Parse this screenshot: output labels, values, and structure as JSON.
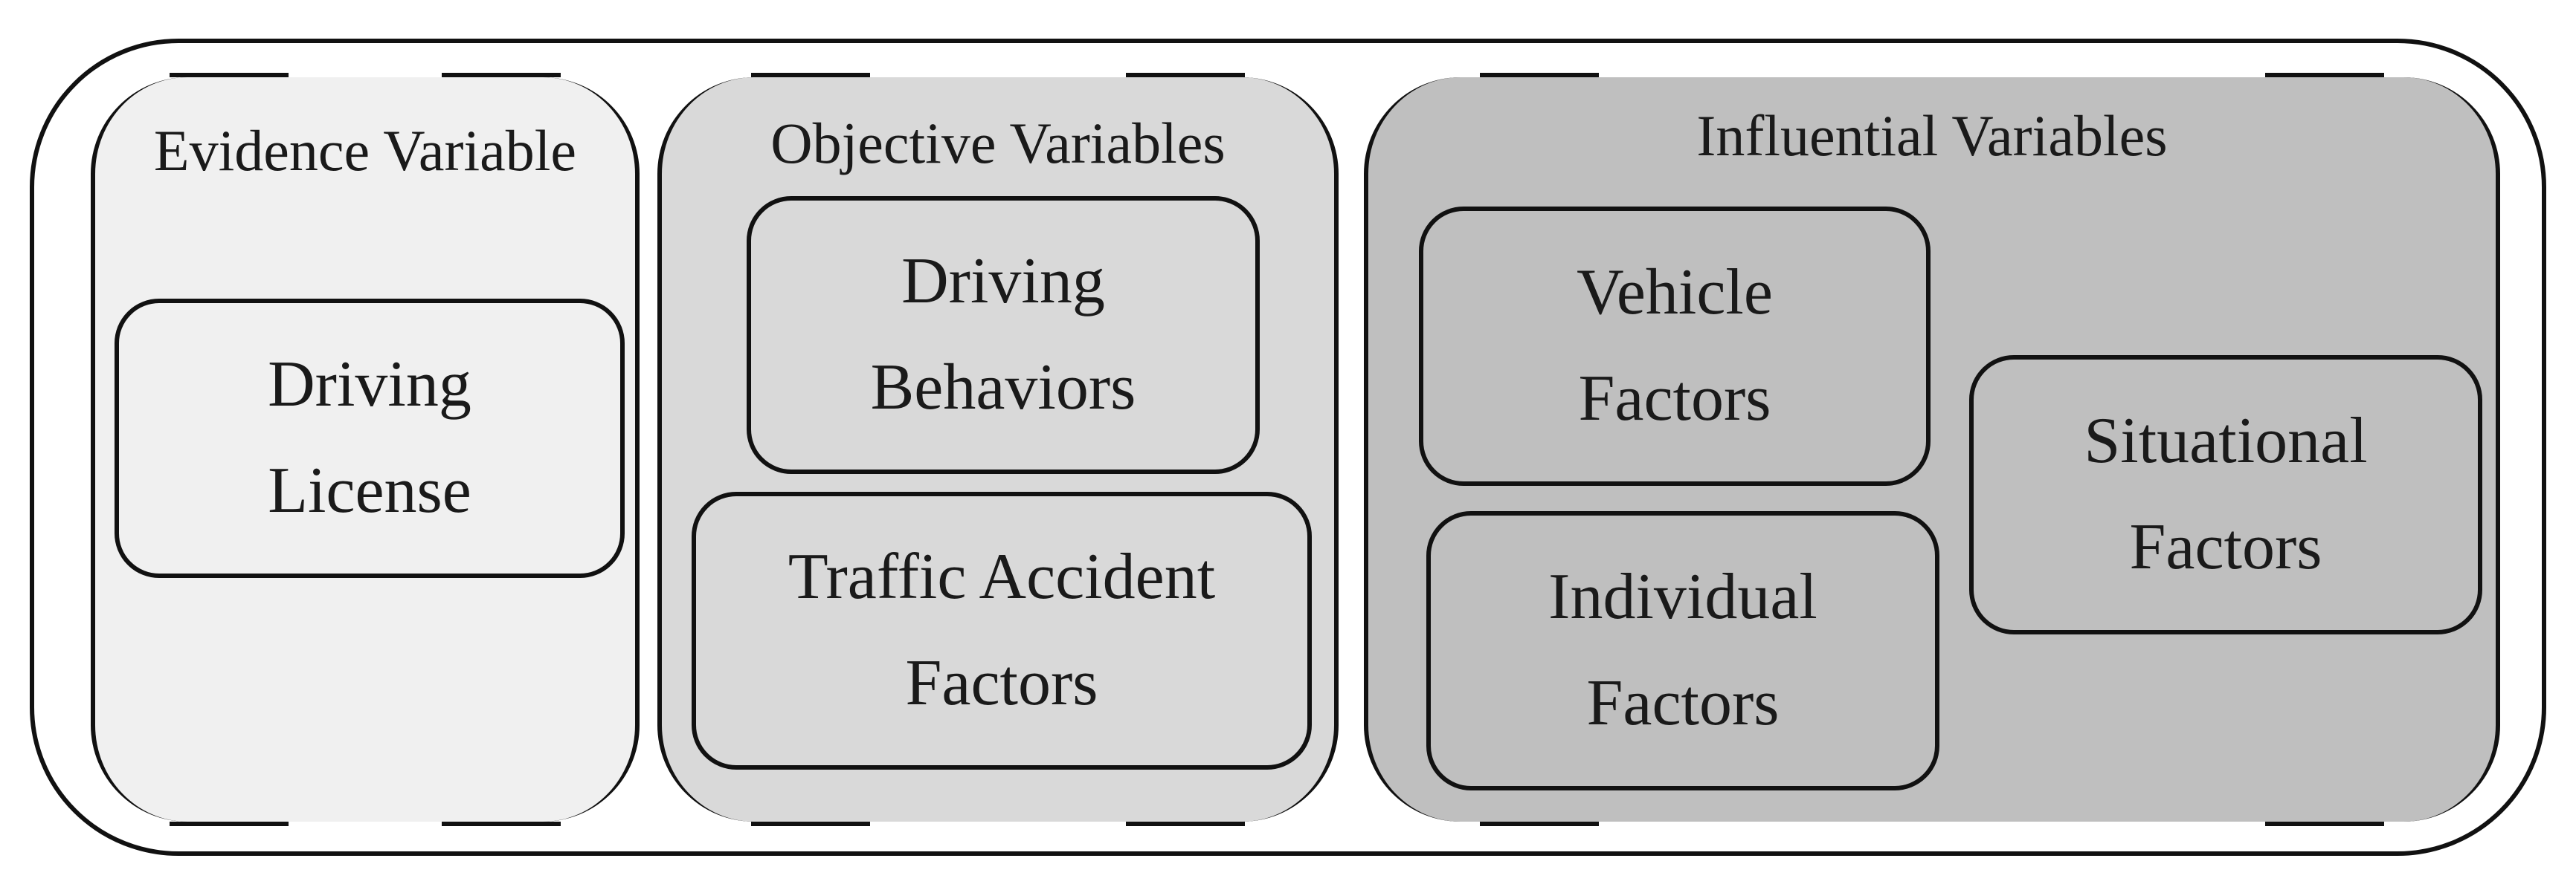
{
  "groups": {
    "evidence": {
      "title": "Evidence Variable",
      "fill": "#f0f0f0",
      "boxes": [
        {
          "line1": "Driving",
          "line2": "License"
        }
      ]
    },
    "objective": {
      "title": "Objective Variables",
      "fill": "#d9d9d9",
      "boxes": [
        {
          "line1": "Driving",
          "line2": "Behaviors"
        },
        {
          "line1": "Traffic Accident",
          "line2": "Factors"
        }
      ]
    },
    "influential": {
      "title": "Influential Variables",
      "fill": "#bfbfbf",
      "boxes": [
        {
          "line1": "Vehicle",
          "line2": "Factors"
        },
        {
          "line1": "Individual",
          "line2": "Factors"
        },
        {
          "line1": "Situational",
          "line2": "Factors"
        }
      ]
    }
  },
  "colors": {
    "outline": "#111111",
    "background": "#ffffff"
  }
}
